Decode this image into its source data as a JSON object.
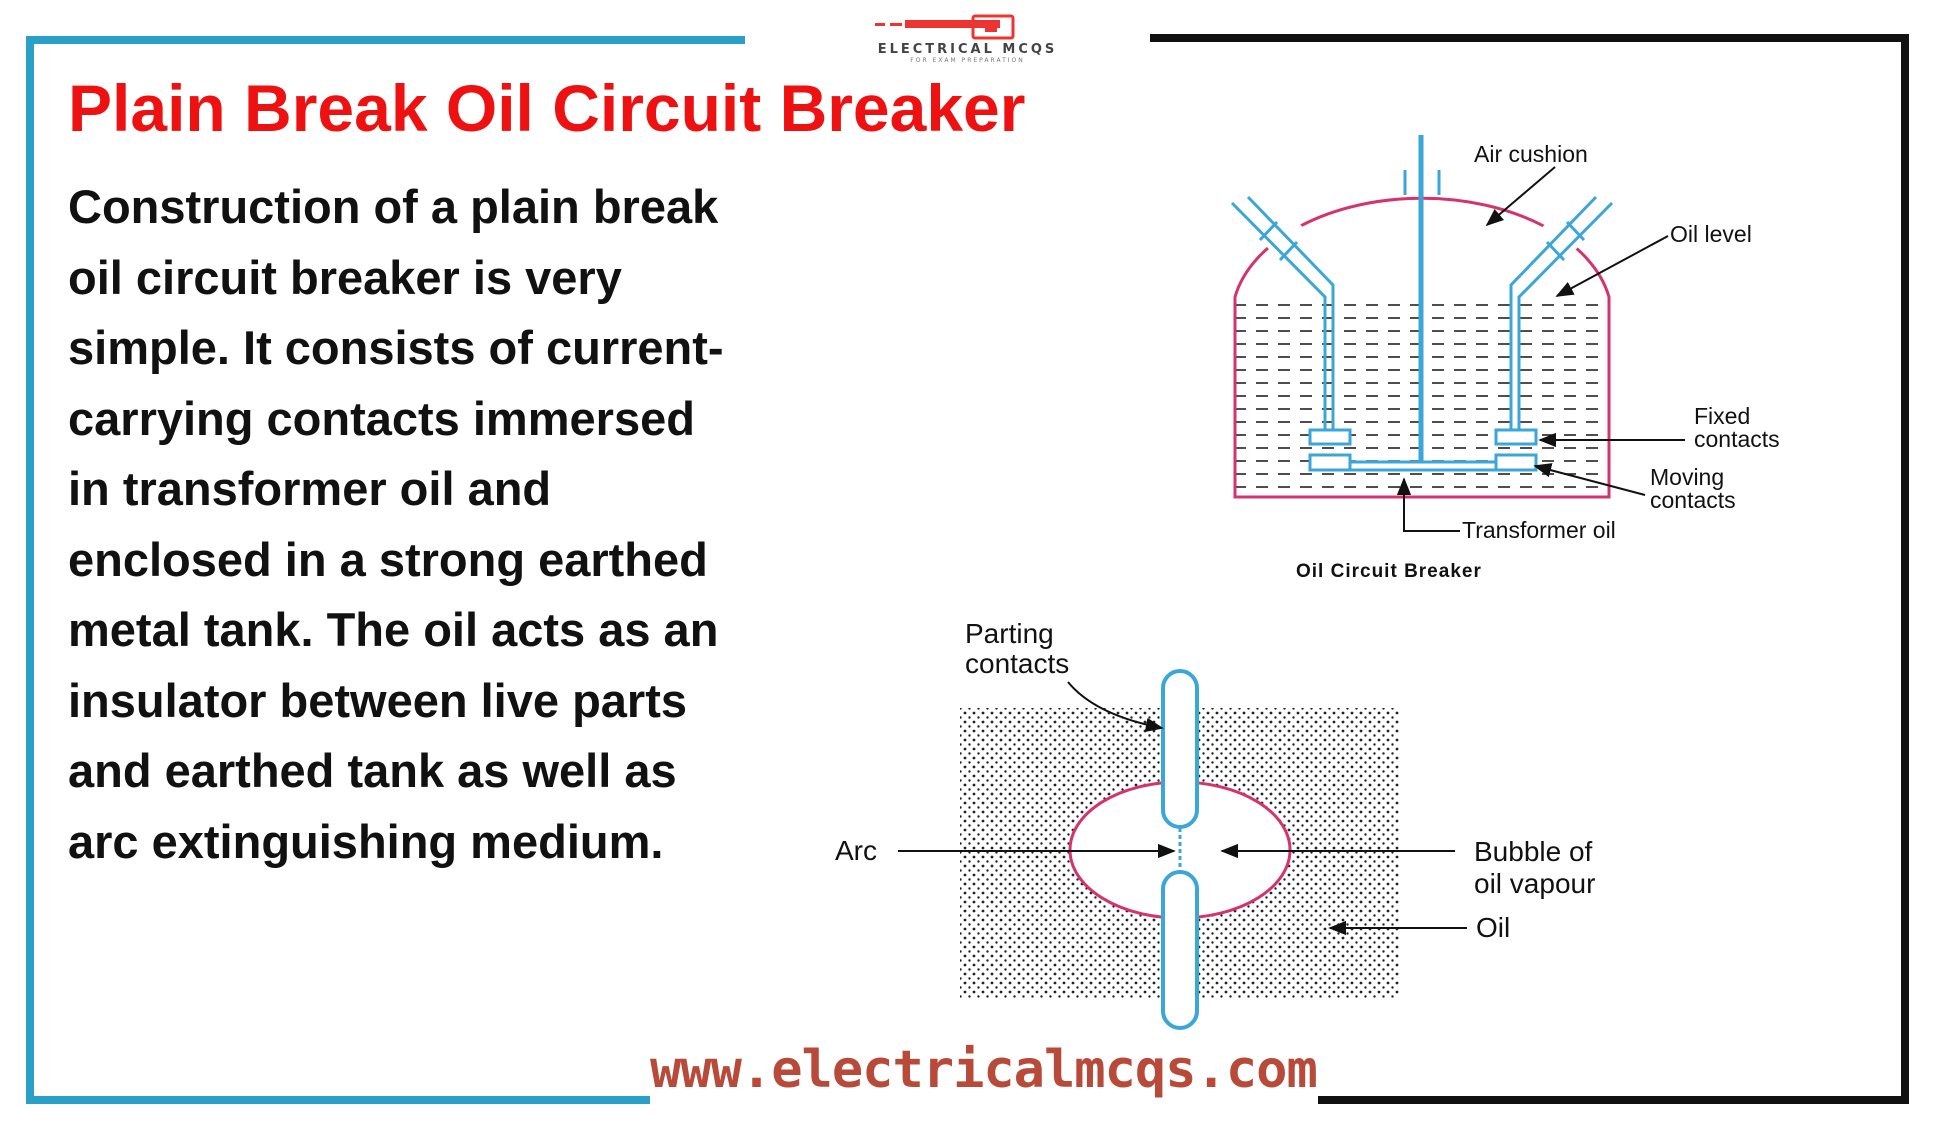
{
  "title": "Plain Break Oil Circuit Breaker",
  "description_lines": [
    "Construction of a plain break",
    "oil circuit breaker is very",
    "simple. It consists of current-",
    "carrying contacts immersed",
    "in transformer oil and",
    "enclosed in a strong earthed",
    "metal tank. The oil acts as an",
    "insulator between live parts",
    "and earthed tank as well as",
    "arc extinguishing medium."
  ],
  "logo": {
    "name": "ELECTRICAL MCQS",
    "tagline": "FOR EXAM PREPARATION"
  },
  "website": "www.electricalmcqs.com",
  "diagram_top": {
    "caption": "Oil Circuit Breaker",
    "labels": {
      "air_cushion": "Air cushion",
      "oil_level": "Oil level",
      "fixed_contacts_1": "Fixed",
      "fixed_contacts_2": "contacts",
      "moving_contacts_1": "Moving",
      "moving_contacts_2": "contacts",
      "transformer_oil": "Transformer oil"
    }
  },
  "diagram_bottom": {
    "labels": {
      "parting_contacts_1": "Parting",
      "parting_contacts_2": "contacts",
      "arc": "Arc",
      "bubble_1": "Bubble of",
      "bubble_2": "oil vapour",
      "oil": "Oil"
    }
  },
  "colors": {
    "title": "#ee1111",
    "frame_cyan": "#2aa0c8",
    "frame_black": "#111111",
    "contacts": "#3ba6d8",
    "tank": "#d4336e",
    "website": "#b84a3a"
  }
}
